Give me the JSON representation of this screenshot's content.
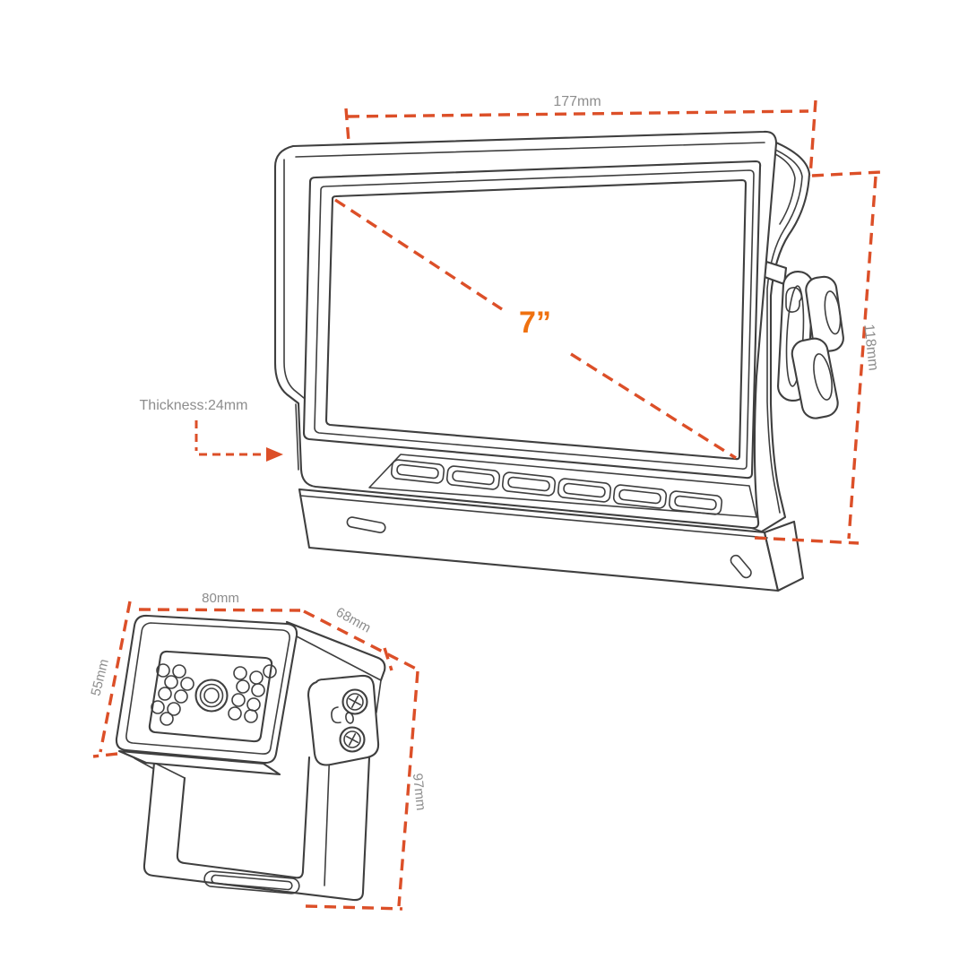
{
  "colors": {
    "dimension_line": "#dc4f28",
    "dimension_label": "#8d8d8d",
    "diagonal_accent": "#ef7110",
    "line_art": "#3f3f3f",
    "background": "#ffffff"
  },
  "monitor": {
    "width": "177mm",
    "height": "118mm",
    "screen_diagonal": "7”",
    "thickness": "Thickness:24mm"
  },
  "camera": {
    "width": "80mm",
    "depth": "68mm",
    "body_height": "55mm",
    "overall_height": "97mm"
  }
}
